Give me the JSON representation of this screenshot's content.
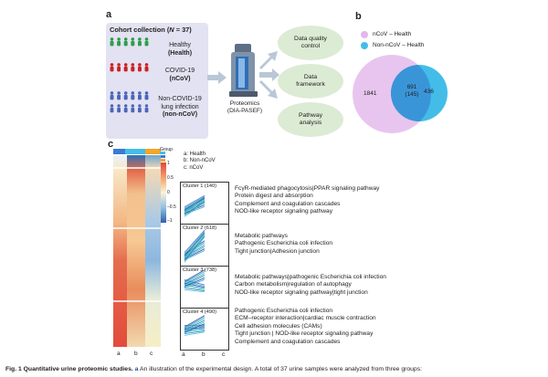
{
  "panel_a": {
    "letter": "a",
    "cohort_title_prefix": "Cohort collection (",
    "cohort_title_n": "N",
    "cohort_title_suffix": " = 37)",
    "groups": [
      {
        "line1": "Healthy",
        "line2": "(Health)",
        "color": "#2e9e4a"
      },
      {
        "line1": "COVID-19",
        "line2": "(nCoV)",
        "color": "#cc2222"
      },
      {
        "line1": "Non-COVID-19",
        "line1b": "lung infection",
        "line2": "(non-nCoV)",
        "color": "#4a66b8"
      }
    ],
    "instrument_line1": "Proteomics",
    "instrument_line2": "(DIA-PASEF)",
    "steps": [
      "Data quality",
      "control",
      "Data",
      "framework",
      "Pathway",
      "analysis"
    ]
  },
  "panel_b": {
    "letter": "b",
    "legend": [
      {
        "label": "nCoV – Health",
        "color": "#e3b7ec"
      },
      {
        "label": "Non-nCoV – Health",
        "color": "#43bde8"
      }
    ],
    "left_only": "1841",
    "overlap": "691",
    "overlap_sub": "(145)",
    "right_only": "436"
  },
  "panel_c": {
    "letter": "c",
    "group_label": "Group",
    "legend_items": [
      "a: Health",
      "b: Non-nCoV",
      "c: nCoV"
    ],
    "scale_ticks": [
      "1",
      "0.5",
      "0",
      "–0.5",
      "–1"
    ],
    "x_labels": [
      "a",
      "b",
      "c"
    ],
    "clusters": [
      {
        "title": "Cluster 1 (140)",
        "pathways": [
          "FcγR-mediated phagocytosis|PPAR signaling pathway",
          "Protein digest and absorption",
          "Complement and coagulation cascades",
          "NOD-like receptor signaling pathway"
        ]
      },
      {
        "title": "Cluster 2 (618)",
        "pathways": [
          "Metabolic pathways",
          "Pathogenic Escherichia coli infection",
          "Tight junction|Adhesion junction"
        ]
      },
      {
        "title": "Cluster 3 (738)",
        "pathways": [
          "Metabolic pathways|pathogenic Escherichia coli infection",
          "Carbon metabolism|regulation of autophagy",
          "NOD-like receptor signaling pathway|tight junction"
        ]
      },
      {
        "title": "Cluster 4 (490)",
        "pathways": [
          "Pathogenic Escherichia coli infection",
          "ECM–receptor interaction|cardiac muscle contraction",
          "Cell adhesion molecules (CAMs)",
          "Tight junction | NOD-like receptor signaling pathway",
          "Complement and coagulation cascades"
        ]
      }
    ]
  },
  "caption": {
    "fig": "Fig. 1",
    "title": "Quantitative urine proteomic studies.",
    "a": "a",
    "text": "An illustration of the experimental design. A total of 37 urine samples were analyzed from three groups:"
  }
}
